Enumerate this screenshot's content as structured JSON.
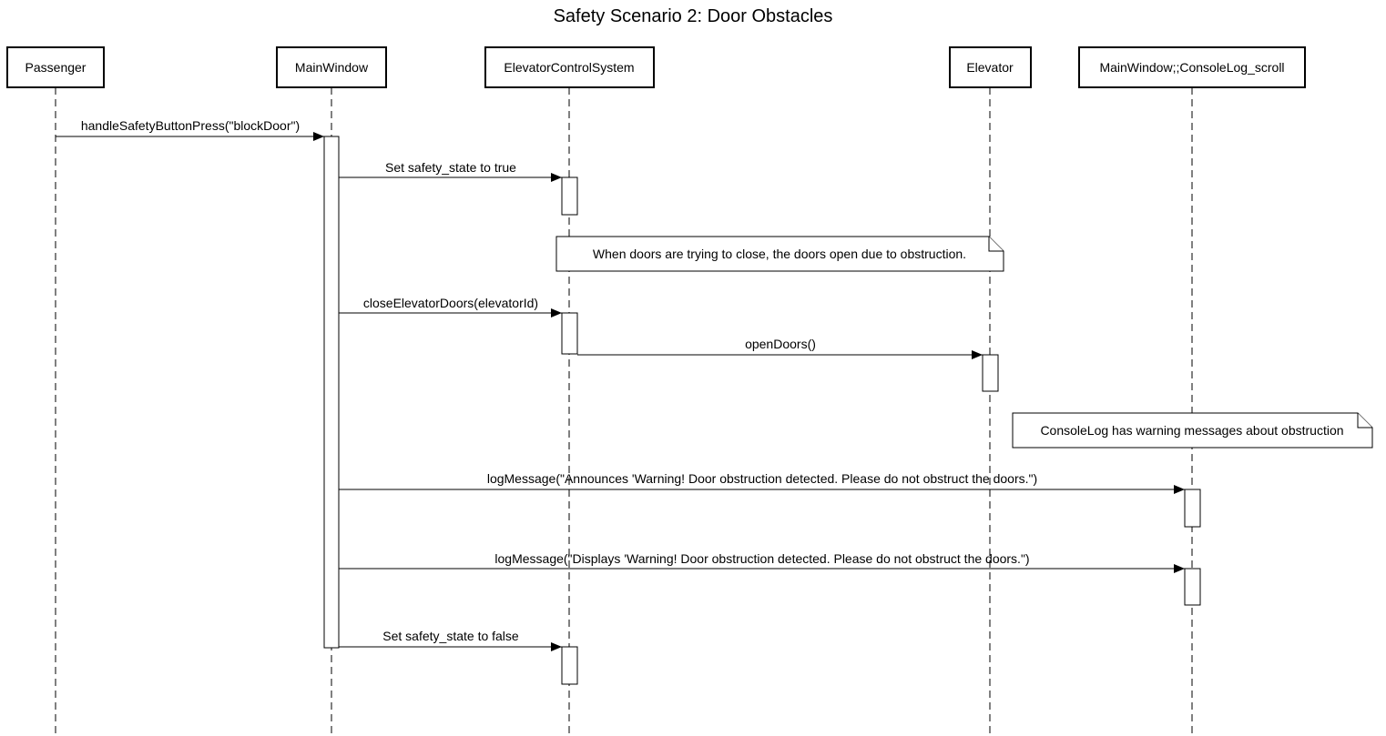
{
  "title": "Safety Scenario 2: Door Obstacles",
  "participants": [
    {
      "id": "passenger",
      "label": "Passenger"
    },
    {
      "id": "mainwindow",
      "label": "MainWindow"
    },
    {
      "id": "ecs",
      "label": "ElevatorControlSystem"
    },
    {
      "id": "elevator",
      "label": "Elevator"
    },
    {
      "id": "consolelog",
      "label": "MainWindow;;ConsoleLog_scroll"
    }
  ],
  "messages": [
    {
      "from": "passenger",
      "to": "mainwindow",
      "label": "handleSafetyButtonPress(\"blockDoor\")"
    },
    {
      "from": "mainwindow",
      "to": "ecs",
      "label": "Set safety_state to true"
    },
    {
      "from": "mainwindow",
      "to": "ecs",
      "label": "closeElevatorDoors(elevatorId)"
    },
    {
      "from": "ecs",
      "to": "elevator",
      "label": "openDoors()"
    },
    {
      "from": "mainwindow",
      "to": "consolelog",
      "label": "logMessage(\"Announces 'Warning! Door obstruction detected. Please do not obstruct the doors.\")"
    },
    {
      "from": "mainwindow",
      "to": "consolelog",
      "label": "logMessage(\"Displays 'Warning! Door obstruction detected. Please do not obstruct the doors.\")"
    },
    {
      "from": "mainwindow",
      "to": "ecs",
      "label": "Set safety_state to false"
    }
  ],
  "notes": [
    {
      "text": "When doors are trying to close, the doors open due to obstruction."
    },
    {
      "text": "ConsoleLog has warning messages about obstruction"
    }
  ]
}
